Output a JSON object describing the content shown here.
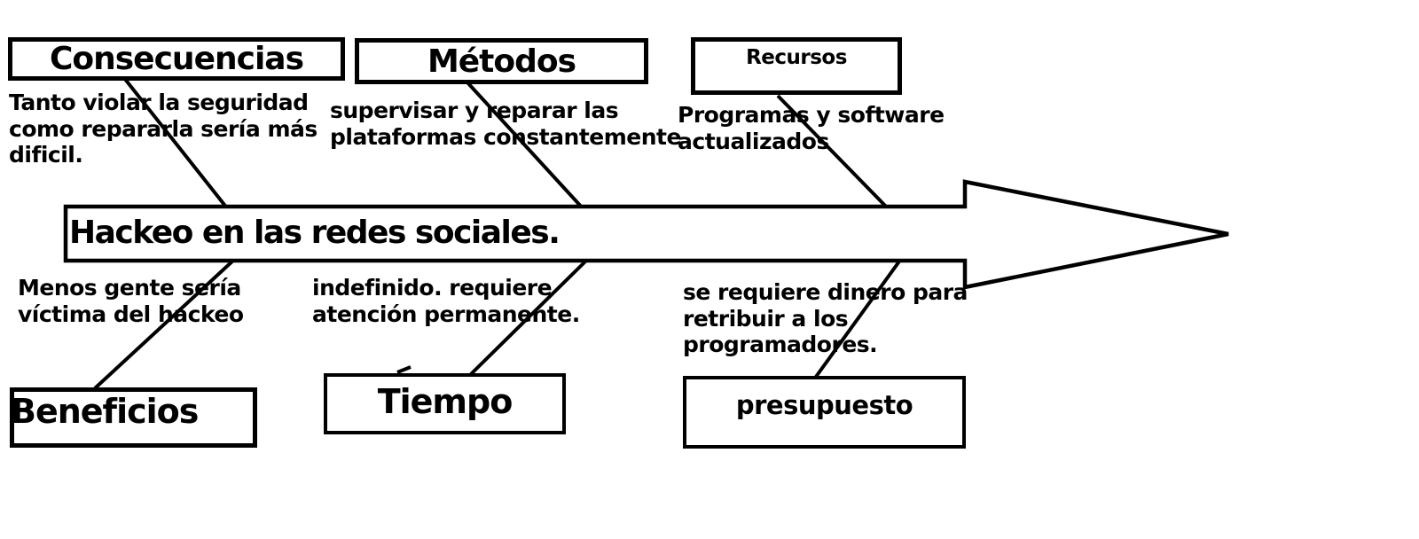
{
  "colors": {
    "ink": "#000000",
    "paper": "#ffffff"
  },
  "diagram": {
    "spine_label": "Hackeo en las redes sociales.",
    "top_branches": [
      {
        "title": "Consecuencias",
        "note_lines": [
          "Tanto violar la seguridad",
          "como repararla sería más",
          "dificil."
        ]
      },
      {
        "title": "Métodos",
        "note_lines": [
          "supervisar y reparar las",
          "plataformas constantemente"
        ]
      },
      {
        "title": "Recursos",
        "note_lines": [
          "Programas y software",
          "actualizados"
        ]
      }
    ],
    "bottom_branches": [
      {
        "title": "Beneficios",
        "note_lines": [
          "Menos gente sería",
          "víctima del hackeo"
        ]
      },
      {
        "title": "Tiempo",
        "note_lines": [
          "indefinido. requiere",
          "atención permanente."
        ]
      },
      {
        "title": "presupuesto",
        "note_lines": [
          "se requiere dinero para",
          "retribuir a los",
          "programadores."
        ]
      }
    ]
  }
}
